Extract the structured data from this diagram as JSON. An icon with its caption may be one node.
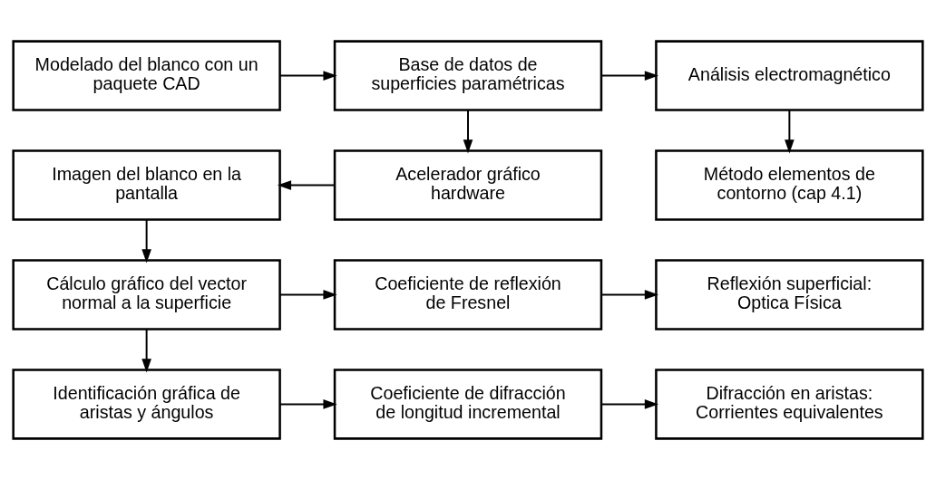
{
  "diagram": {
    "nodes": [
      {
        "text": [
          "Modelado del blanco con un paquete CAD"
        ]
      },
      {
        "text": [
          "Base de datos de superficies paramétricas"
        ]
      },
      {
        "text": [
          "Análisis electromagnético"
        ]
      },
      {
        "text": [
          "Imagen del blanco en la pantalla"
        ]
      },
      {
        "text": [
          "Acelerador gráfico hardware"
        ]
      },
      {
        "text": [
          "Método elementos de contorno (cap 4.1)"
        ]
      },
      {
        "text": [
          "Cálculo gráfico del vector normal a la superficie"
        ]
      },
      {
        "text": [
          "Coeficiente de reflexión de Fresnel"
        ]
      },
      {
        "text": [
          "Reflexión superficial: Optica Física"
        ]
      },
      {
        "text": [
          "Identificación gráfica de aristas y ángulos"
        ]
      },
      {
        "text": [
          "Coeficiente de difracción de longitud incremental"
        ]
      },
      {
        "text": [
          "Difracción en aristas: Corrientes equivalentes"
        ]
      }
    ],
    "edges": [
      {
        "from": 0,
        "to": 1,
        "arrow": "to"
      },
      {
        "from": 1,
        "to": 2,
        "arrow": "to"
      },
      {
        "from": 1,
        "to": 4,
        "arrow": "to"
      },
      {
        "from": 2,
        "to": 5,
        "arrow": "to"
      },
      {
        "from": 4,
        "to": 3,
        "arrow": "to"
      },
      {
        "from": 3,
        "to": 6,
        "arrow": "to"
      },
      {
        "from": 6,
        "to": 7,
        "arrow": "to"
      },
      {
        "from": 7,
        "to": 8,
        "arrow": "to"
      },
      {
        "from": 6,
        "to": 9,
        "arrow": "to"
      },
      {
        "from": 9,
        "to": 10,
        "arrow": "to"
      },
      {
        "from": 10,
        "to": 11,
        "arrow": "to"
      }
    ]
  }
}
